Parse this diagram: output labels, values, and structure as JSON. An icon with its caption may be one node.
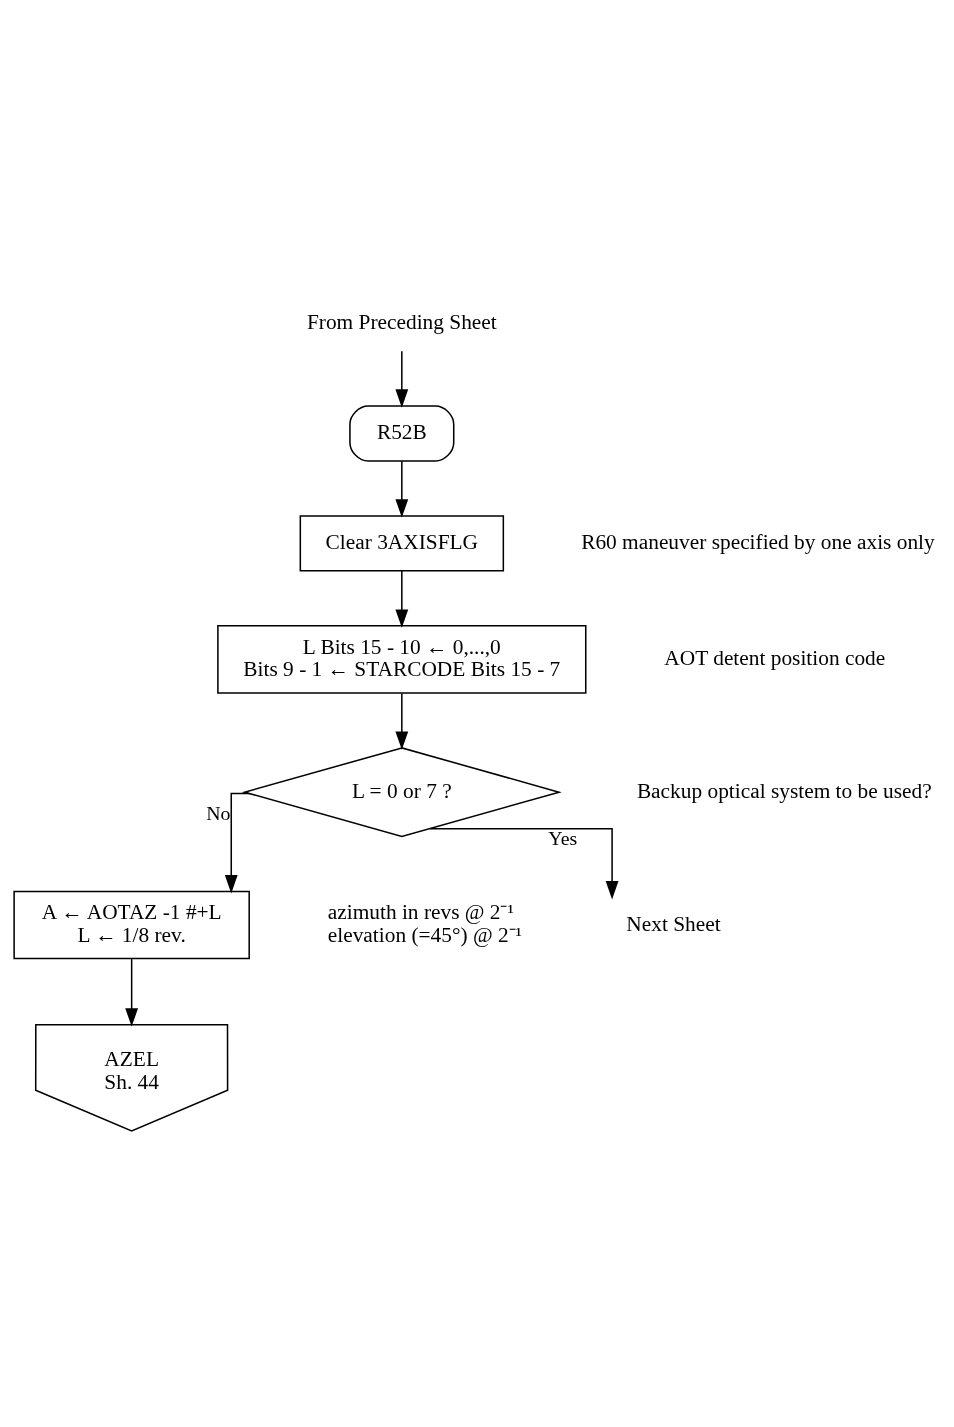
{
  "diagram": {
    "nodes": [
      {
        "text": [
          "From Preceding Sheet"
        ]
      },
      {
        "text": [
          "R52B"
        ]
      },
      {
        "text": [
          "Clear 3AXISFLG"
        ],
        "beside": [
          "R60 maneuver specified by one axis only"
        ]
      },
      {
        "text": [
          "L Bits 15 - 10 ← 0,...,0",
          "Bits 9 - 1 ← STARCODE Bits 15 - 7"
        ],
        "beside": [
          "AOT detent position code"
        ]
      },
      {
        "text": [
          "L = 0 or 7 ?"
        ],
        "beside": [
          "Backup optical system to be used?"
        ]
      },
      {
        "text": [
          "A ← AOTAZ -1 #+L",
          "L ← 1/8 rev."
        ],
        "beside": [
          "azimuth in revs @ 2⁻¹",
          "elevation (=45°) @ 2⁻¹"
        ]
      },
      {
        "text": [
          "AZEL",
          "Sh. 44"
        ]
      },
      {
        "text": [
          "Next Sheet"
        ]
      }
    ],
    "edges": [
      {
        "from": 0,
        "to": 1,
        "arrow": "to"
      },
      {
        "from": 1,
        "to": 2,
        "arrow": "to"
      },
      {
        "from": 2,
        "to": 3,
        "arrow": "to"
      },
      {
        "from": 3,
        "to": 4,
        "arrow": "to"
      },
      {
        "from": 4,
        "to": 7,
        "arrow": "to",
        "label": "Yes"
      },
      {
        "from": 4,
        "to": 5,
        "arrow": "to",
        "label": "No"
      },
      {
        "from": 5,
        "to": 6,
        "arrow": "to"
      }
    ]
  }
}
